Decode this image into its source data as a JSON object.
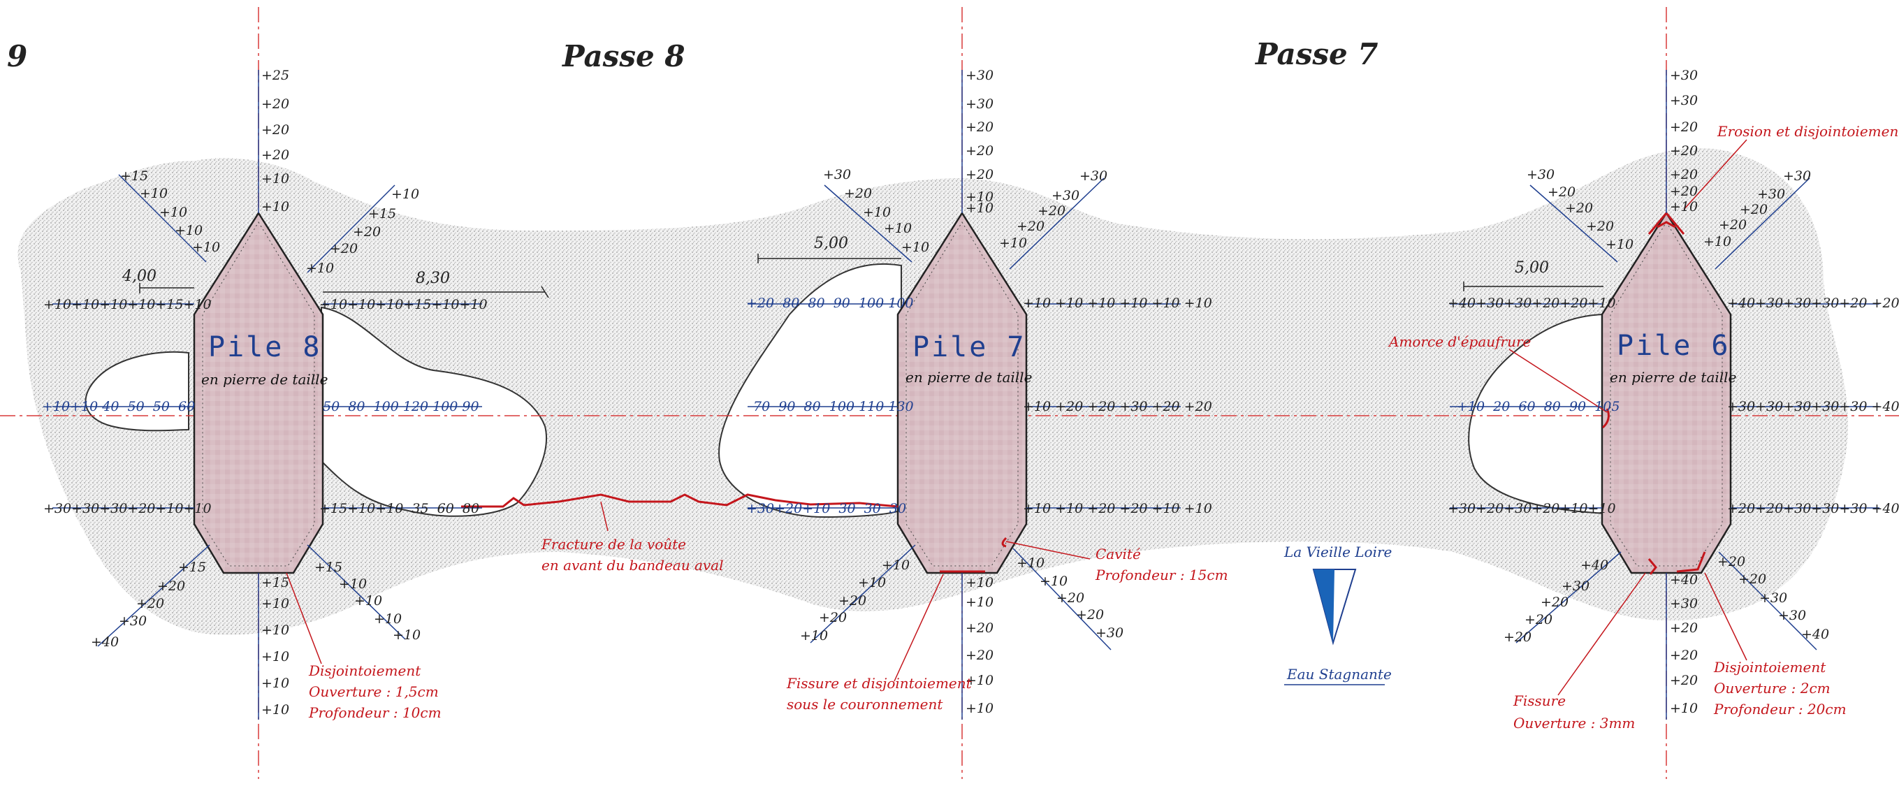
{
  "page_number": "9",
  "passes": [
    "Passe 8",
    "Passe 7"
  ],
  "piers": [
    {
      "id": "pile-8",
      "label": "Pile  8",
      "material": "en pierre de taille",
      "scour_dimensions": [
        "4,00",
        "8,30"
      ],
      "soundings": {
        "north_axis": [
          "+25",
          "+20",
          "+20",
          "+20",
          "+10",
          "+10"
        ],
        "south_axis": [
          "+15",
          "+10",
          "+10",
          "+10",
          "+10",
          "+10"
        ],
        "nw_diag": [
          "+15",
          "+10",
          "+10",
          "+10",
          "+10"
        ],
        "ne_diag": [
          "+10",
          "+15",
          "+20",
          "+20",
          "+10"
        ],
        "sw_diag": [
          "+15",
          "+20",
          "+20",
          "+30",
          "+40"
        ],
        "se_diag": [
          "+15",
          "+10",
          "+10",
          "+10",
          "+10"
        ],
        "row1_left": "+10+10+10+10+15+10",
        "row1_right": "+10+10+10+15+10+10",
        "row2_left": "+10+10 40  50  50  60",
        "row2_right": "50  80  100 120 100 90",
        "row3_left": "+30+30+30+20+10+10",
        "row3_right": "+15+10+10  35  60  80"
      }
    },
    {
      "id": "pile-7",
      "label": "Pile  7",
      "material": "en pierre de taille",
      "scour_dimensions": [
        "5,00"
      ],
      "soundings": {
        "north_axis": [
          "+30",
          "+30",
          "+20",
          "+20",
          "+20",
          "+10",
          "+10"
        ],
        "south_axis": [
          "+10",
          "+10",
          "+20",
          "+20",
          "+10",
          "+10"
        ],
        "nw_diag": [
          "+30",
          "+20",
          "+10",
          "+10",
          "+10"
        ],
        "ne_diag": [
          "+30",
          "+30",
          "+20",
          "+20",
          "+10"
        ],
        "sw_diag": [
          "+10",
          "+10",
          "+20",
          "+20",
          "+10"
        ],
        "se_diag": [
          "+10",
          "+10",
          "+20",
          "+20",
          "+30"
        ],
        "row1_left": "+20  80  80  90  100 100",
        "row1_right": "+10 +10 +10 +10 +10 +10",
        "row2_left": "70  90  80  100 110 130",
        "row2_right": "+10 +20 +20 +30 +20 +20",
        "row3_left": "+30+20+10  30  30  30",
        "row3_right": "+10 +10 +20 +20 +10 +10"
      }
    },
    {
      "id": "pile-6",
      "label": "Pile  6",
      "material": "en pierre de taille",
      "scour_dimensions": [
        "5,00"
      ],
      "soundings": {
        "north_axis": [
          "+30",
          "+30",
          "+20",
          "+20",
          "+20",
          "+20",
          "+10"
        ],
        "south_axis": [
          "+40",
          "+30",
          "+20",
          "+20",
          "+20",
          "+10"
        ],
        "nw_diag": [
          "+30",
          "+20",
          "+20",
          "+20",
          "+10"
        ],
        "ne_diag": [
          "+30",
          "+30",
          "+20",
          "+20",
          "+10"
        ],
        "sw_diag": [
          "+40",
          "+30",
          "+20",
          "+20",
          "+20"
        ],
        "se_diag": [
          "+20",
          "+20",
          "+30",
          "+30",
          "+40"
        ],
        "row1_left": "+40+30+30+20+20+10",
        "row1_right": "+40+30+30+30+20 +20",
        "row2_left": "+10  20  60  80  90  105",
        "row2_right": "+30+30+30+30+30 +40",
        "row3_left": "+30+20+30+20+10+10",
        "row3_right": "+20+20+30+30+30 +40"
      }
    }
  ],
  "annotations": {
    "disjointement_p8": [
      "Disjointoiement",
      "Ouverture : 1,5cm",
      "Profondeur : 10cm"
    ],
    "fracture": [
      "Fracture de la voûte",
      "en avant du bandeau aval"
    ],
    "cavite": [
      "Cavité",
      "Profondeur : 15cm"
    ],
    "fissure_p7": [
      "Fissure et disjointoiement",
      "sous le couronnement"
    ],
    "erosion": "Erosion et disjointoiement",
    "amorce": "Amorce d'épaufrure",
    "fissure_p6": [
      "Fissure",
      "Ouverture : 3mm"
    ],
    "disjointement_p6": [
      "Disjointoiement",
      "Ouverture : 2cm",
      "Profondeur : 20cm"
    ]
  },
  "legend": {
    "river": "La Vieille Loire",
    "water": "Eau Stagnante"
  },
  "colors": {
    "annotation": "#c4161c",
    "soundings": "#1f3f8f",
    "axis": "#d83a3a",
    "pier_fill": "#d8b8c0",
    "sediment": "#cfcfcf"
  }
}
